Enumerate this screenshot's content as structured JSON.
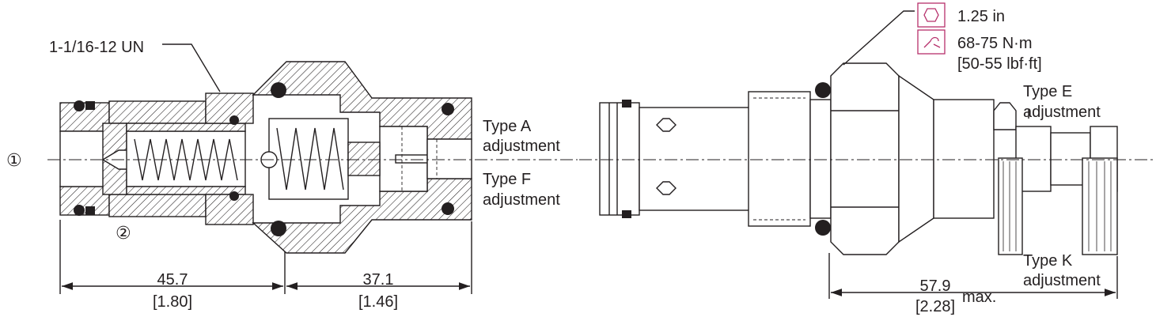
{
  "labels": {
    "thread": "1-1/16-12 UN",
    "callout_1": "①",
    "callout_2": "②",
    "type_a_line1": "Type A",
    "type_a_line2": "adjustment",
    "type_f_line1": "Type F",
    "type_f_line2": "adjustment",
    "type_e_line1": "Type E",
    "type_e_line2": "adjustment",
    "type_k_line1": "Type K",
    "type_k_line2": "adjustment"
  },
  "spec": {
    "hex_size": "1.25 in",
    "torque_nm": "68-75 N·m",
    "torque_lbf": "[50-55 lbf·ft]"
  },
  "dimensions": {
    "d1_mm": "45.7",
    "d1_in": "[1.80]",
    "d2_mm": "37.1",
    "d2_in": "[1.46]",
    "d3_mm": "57.9",
    "d3_in": "[2.28]",
    "d3_suffix": "max."
  },
  "colors": {
    "line": "#231f20",
    "spec_icon": "#b6306b"
  },
  "icons": [
    "hex-wrench-icon",
    "torque-wrench-icon"
  ]
}
